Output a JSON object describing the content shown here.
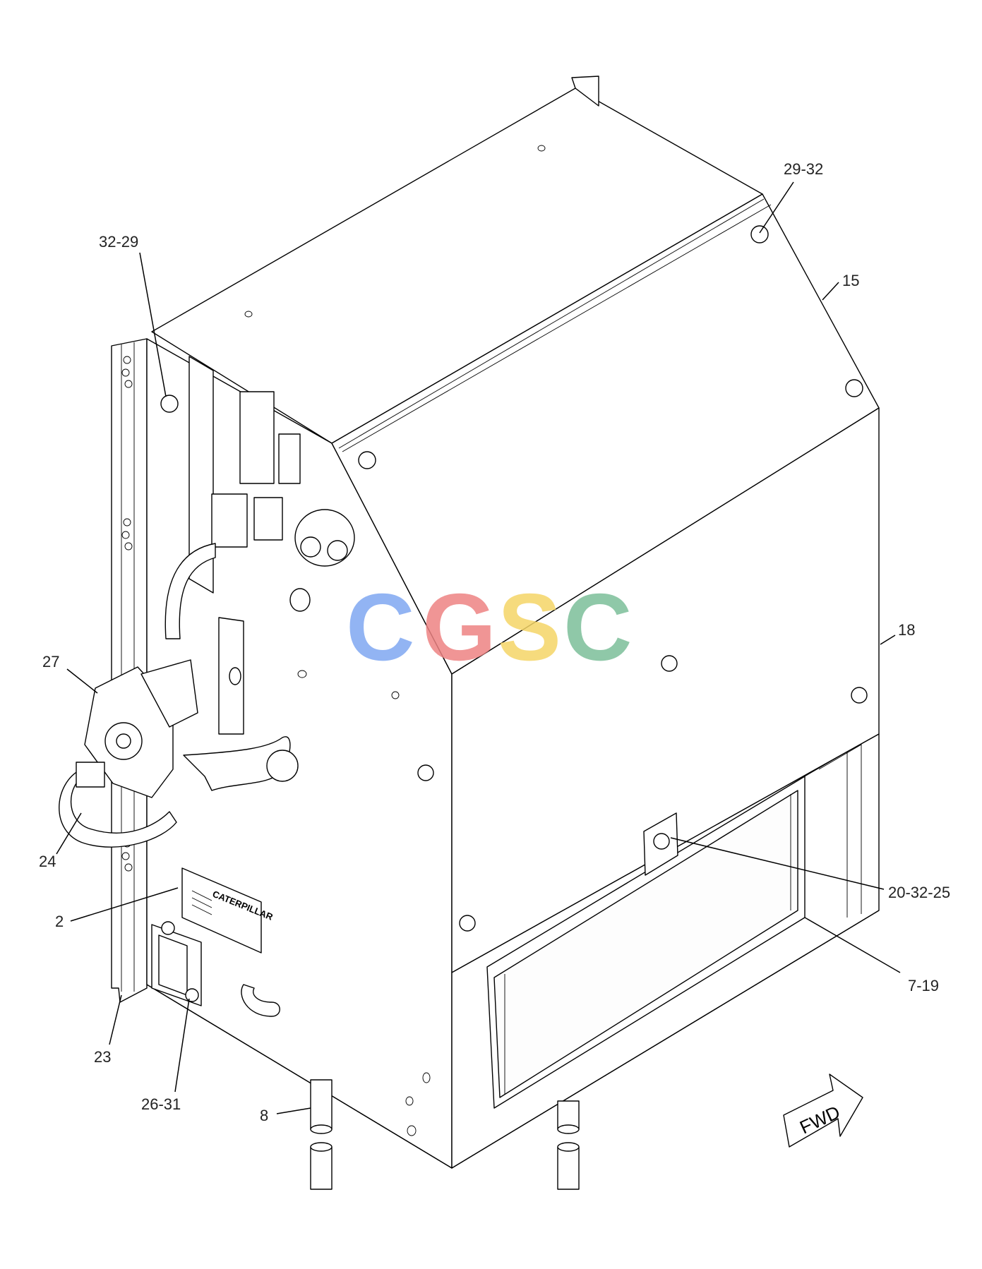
{
  "callouts": {
    "c_29_32": "29-32",
    "c_32_29": "32-29",
    "c_15": "15",
    "c_18": "18",
    "c_27": "27",
    "c_24": "24",
    "c_2": "2",
    "c_20_32_25": "20-32-25",
    "c_7_19": "7-19",
    "c_23": "23",
    "c_26_31": "26-31",
    "c_8": "8"
  },
  "label_plate": {
    "line1": "CATERPILLAR"
  },
  "fwd_arrow": "FWD",
  "watermark": {
    "letters": [
      "C",
      "G",
      "S",
      "C"
    ],
    "colors": [
      "#7fa8f2",
      "#ee8383",
      "#f5d567",
      "#7cbf9a"
    ]
  }
}
